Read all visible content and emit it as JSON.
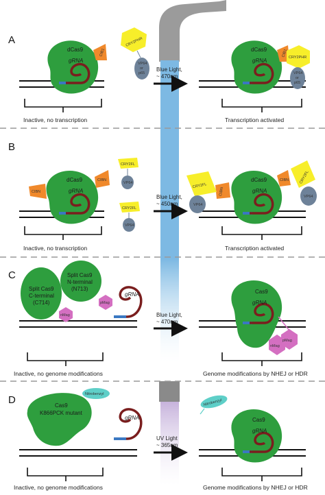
{
  "panels": {
    "A": {
      "letter": "A",
      "dcas9": "dCas9",
      "grna": "gRNA",
      "cib": "CIB1",
      "cry": "CRY2PHR",
      "vp": [
        "VP64",
        "or",
        "p65"
      ],
      "light": [
        "Blue Light,",
        "~ 470nm"
      ],
      "left_caption": "Inactive, no transcription",
      "right_caption": "Transcription activated"
    },
    "B": {
      "letter": "B",
      "dcas9": "dCas9",
      "grna": "gRNA",
      "cibn": "CIBN",
      "cry": "CRY2FL",
      "vp": "VP64",
      "light": [
        "Blue Light,",
        "~ 450nm"
      ],
      "left_caption": "Inactive, no transcription",
      "right_caption": "Transcription activated"
    },
    "C": {
      "letter": "C",
      "c_terminal": [
        "Split Cas9",
        "C-terminal",
        "(C714)"
      ],
      "n_terminal": [
        "Split Cas9",
        "N-terminal",
        "(N713)"
      ],
      "magnet1": "nMag",
      "magnet2": "pMag",
      "cas9": "Cas9",
      "grna": "gRNA",
      "light": [
        "Blue Light,",
        "~ 470nm"
      ],
      "left_caption": "Inactive, no genome modifications",
      "right_caption": "Genome modifications by NHEJ or HDR"
    },
    "D": {
      "letter": "D",
      "mutant": [
        "Cas9",
        "K866PCK mutant"
      ],
      "nitrobenzyl": "Nitrobenzyl",
      "cas9": "Cas9",
      "grna": "gRNA",
      "light": [
        "UV Light",
        "~ 365nm"
      ],
      "left_caption": "Inactive, no genome modifications",
      "right_caption": "Genome modifications by NHEJ or HDR"
    }
  },
  "colors": {
    "cas9_green": "#2e9e3e",
    "grna_red": "#7a1e1e",
    "orange": "#f0892b",
    "yellow": "#f7ee2a",
    "gray_blue": "#6e8299",
    "magenta": "#d46fc1",
    "teal": "#5ecfc8",
    "blue_beam": "#7db9e3",
    "uv_beam": "#c7b3dc",
    "dna_blue": "#3a78c2",
    "dash_gray": "#999999"
  }
}
